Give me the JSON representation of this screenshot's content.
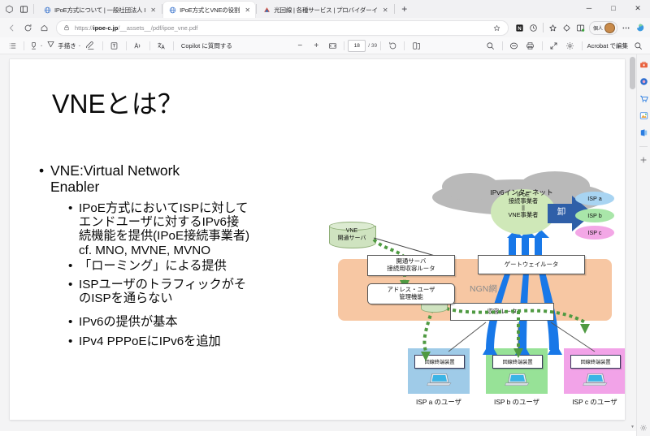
{
  "window": {
    "controls": {
      "minimize": "─",
      "maximize": "□",
      "close": "✕"
    },
    "tab_search_icon": "tab-search-icon",
    "split_screen_icon": "split-screen-icon"
  },
  "tabs": [
    {
      "title": "IPoE方式について | 一般社団法人 I",
      "favicon": "globe-icon",
      "active": false,
      "close": "✕"
    },
    {
      "title": "IPoE方式とVNEの役割",
      "favicon": "globe-icon",
      "active": true,
      "close": "✕"
    },
    {
      "title": "光回線 | 各種サービス | プロバイダーイ",
      "favicon": "site-icon",
      "active": false,
      "close": "✕"
    }
  ],
  "new_tab_label": "+",
  "navbar": {
    "back_icon": "back-arrow-icon",
    "refresh_icon": "refresh-icon",
    "home_icon": "home-icon",
    "lock_icon": "lock-icon",
    "url_prefix": "https://",
    "url_domain": "ipoe-c.jp",
    "url_path": "/__assets__/pdf/ipoe_vne.pdf",
    "url_full": "https://ipoe-c.jp/__assets__/pdf/ipoe_vne.pdf",
    "star_icon": "favorite-star-icon",
    "icons": [
      "news-icon",
      "history-icon",
      "collections-icon",
      "browser-essentials-icon",
      "split-screen-icon"
    ],
    "profile_label": "個人",
    "more_icon": "more-ellipsis-icon",
    "copilot_icon": "copilot-icon"
  },
  "pdf_toolbar": {
    "toc_icon": "table-of-contents-icon",
    "highlight_icon": "highlight-pen-icon",
    "highlight_caret": "⌄",
    "draw_icon": "draw-triangle-icon",
    "draw_label": "手描き",
    "draw_caret": "⌄",
    "erase_icon": "eraser-icon",
    "text_icon": "add-text-icon",
    "read_aloud_icon": "read-aloud-icon",
    "translate_icon": "translate-icon",
    "copilot_label": "Copilot に質問する",
    "zoom_out": "−",
    "zoom_in": "+",
    "fit_page_icon": "fit-to-page-icon",
    "page_current": "18",
    "page_total": "/ 39",
    "rotate_icon": "rotate-icon",
    "page_view_icon": "page-view-icon",
    "search_icon": "search-icon",
    "minus_circle_icon": "zoom-out-circle-icon",
    "print_icon": "print-icon",
    "fullscreen_icon": "fullscreen-icon",
    "settings_icon": "settings-gear-icon",
    "acrobat_label": "Acrobat で編集",
    "find_icon": "find-icon"
  },
  "sidebar_rail": {
    "icons": [
      "toolbox-icon",
      "copilot-circle-icon",
      "shopping-cart-icon",
      "image-collection-icon",
      "office-app-icon",
      "add-tool-icon"
    ],
    "settings_icon": "rail-settings-icon"
  },
  "slide": {
    "title": "VNEとは？",
    "bullets": [
      {
        "level": 1,
        "marker": "•",
        "lines": [
          "VNE:Virtual Network",
          "Enabler"
        ]
      },
      {
        "level": 2,
        "marker": "•",
        "lines": [
          "IPoE方式においてISPに対して",
          "エンドユーザに対するIPv6接",
          "続機能を提供(IPoE接続事業者)",
          "cf. MNO, MVNE, MVNO"
        ]
      },
      {
        "level": 2,
        "marker": "•",
        "lines": [
          "「ローミング」による提供"
        ]
      },
      {
        "level": 2,
        "marker": "•",
        "lines": [
          "ISPユーザのトラフィックがそ",
          "のISPを通らない"
        ]
      },
      {
        "level": 2,
        "marker": "•",
        "lines": [
          "IPv6の提供が基本"
        ]
      },
      {
        "level": 2,
        "marker": "•",
        "lines": [
          "IPv4 PPPoEにIPv6を追加"
        ]
      }
    ],
    "diagram": {
      "cloud_label": "IPv6インターネット",
      "vne_server": "VNE\n開通サーバ",
      "vne_server_line1": "VNE",
      "vne_server_line2": "開通サーバ",
      "ipoe_oval_line1": "IPoE",
      "ipoe_oval_line2": "接続事業者",
      "ipoe_oval_line3": "||",
      "ipoe_oval_line4": "VNE事業者",
      "wholesale_label": "卸",
      "isps": [
        {
          "label": "ISP a",
          "color": "#a8d4f2"
        },
        {
          "label": "ISP b",
          "color": "#a9e6a9"
        },
        {
          "label": "ISP c",
          "color": "#f3a7e6"
        }
      ],
      "box_kaitsu_line1": "開通サーバ",
      "box_kaitsu_line2": "接続用収容ルータ",
      "box_addr_line1": "アドレス・ユーザ",
      "box_addr_line2": "管理機能",
      "box_gateway": "ゲートウェイルータ",
      "box_shuyou": "収容ルータ",
      "ngn_label": "NGN網",
      "vne_badge": "VNE",
      "user_blocks": [
        {
          "device": "回線終端装置",
          "caption": "ISP a のユーザ",
          "color": "#9fcbe8"
        },
        {
          "device": "回線終端装置",
          "caption": "ISP b のユーザ",
          "color": "#97e297"
        },
        {
          "device": "回線終端装置",
          "caption": "ISP c のユーザ",
          "color": "#f2a3e8"
        }
      ]
    }
  }
}
